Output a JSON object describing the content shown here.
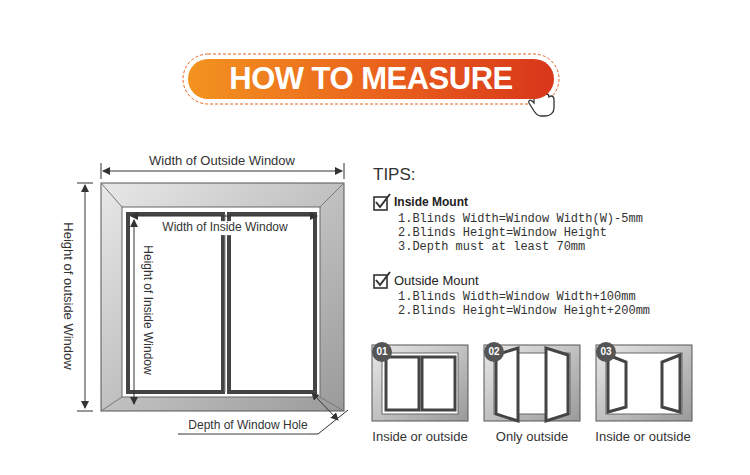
{
  "diagram": {
    "title": "HOW TO MEASURE",
    "labels": [
      "Width of Outside Window",
      "Height of outside Window",
      "Width of Inside Window",
      "Height of Inside Window",
      "Depth of Window Hole",
      "TIPS:",
      "Inside Mount",
      "1.Blinds Width=Window Width(W)-5mm",
      "2.Blinds Height=Window Height",
      "3.Depth must at least 70mm",
      "Outside Mount",
      "1.Blinds Width=Window Width+100mm",
      "2.Blinds Height=Window Height+200mm",
      "01",
      "02",
      "03",
      "Inside or outside",
      "Only outside",
      "Inside or outside"
    ]
  }
}
